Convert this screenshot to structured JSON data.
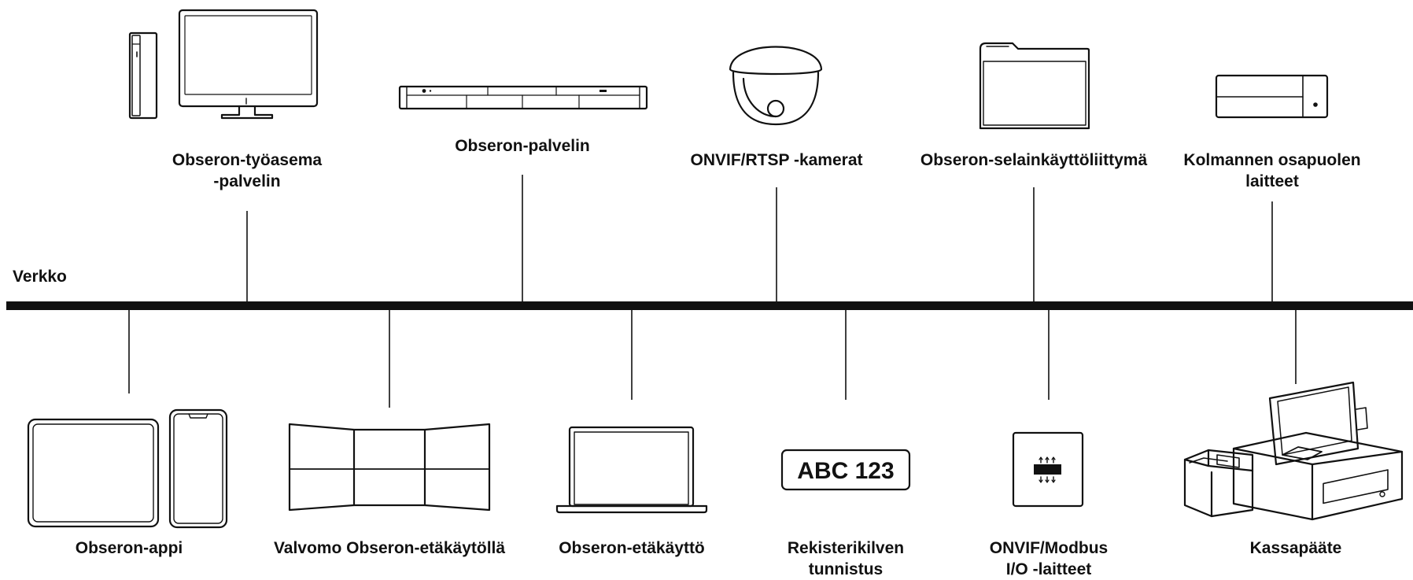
{
  "network": {
    "label": "Verkko"
  },
  "top_nodes": [
    {
      "id": "workstation",
      "lines": [
        "Obseron-työasema",
        "-palvelin"
      ]
    },
    {
      "id": "server",
      "lines": [
        "Obseron-palvelin"
      ]
    },
    {
      "id": "cameras",
      "lines": [
        "ONVIF/RTSP -kamerat"
      ]
    },
    {
      "id": "browser",
      "lines": [
        "Obseron-selainkäyttöliittymä"
      ]
    },
    {
      "id": "thirdparty",
      "lines": [
        "Kolmannen osapuolen",
        "laitteet"
      ]
    }
  ],
  "bottom_nodes": [
    {
      "id": "app",
      "lines": [
        "Obseron-appi"
      ]
    },
    {
      "id": "videowall",
      "lines": [
        "Valvomo Obseron-etäkäytöllä"
      ]
    },
    {
      "id": "remote",
      "lines": [
        "Obseron-etäkäyttö"
      ]
    },
    {
      "id": "lpr",
      "lines": [
        "Rekisterikilven",
        "tunnistus"
      ]
    },
    {
      "id": "io",
      "lines": [
        "ONVIF/Modbus",
        "I/O -laitteet"
      ]
    },
    {
      "id": "pos",
      "lines": [
        "Kassapääte"
      ]
    }
  ],
  "plate_text": "ABC 123",
  "colors": {
    "line": "#111111",
    "background": "#ffffff"
  }
}
